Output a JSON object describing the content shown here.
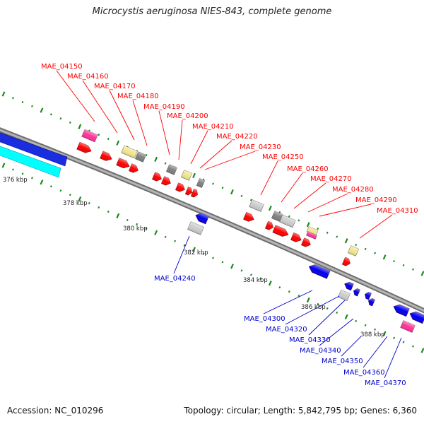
{
  "title": "Microcystis aeruginosa NIES-843, complete genome",
  "footer": {
    "accession": "Accession: NC_010296",
    "summary": "Topology: circular; Length: 5,842,795 bp; Genes: 6,360"
  },
  "colors": {
    "forward_label": "#ff0000",
    "reverse_label": "#0000cc",
    "tick": "#1a8a1a",
    "backbone": "#8c8c8c",
    "gene_forward": "#ff0000",
    "gene_reverse": "#0000ee",
    "gene_pink": "#ff3399",
    "gene_yellow": "#f0e68c",
    "gene_gray": "#808080",
    "gene_lightgray": "#cccccc",
    "gene_cyan": "#00ffff"
  },
  "kbp_labels": [
    "376 kbp",
    "378 kbp",
    "380 kbp",
    "382 kbp",
    "384 kbp",
    "386 kbp",
    "388 kbp"
  ],
  "forward_genes": [
    "MAE_04150",
    "MAE_04160",
    "MAE_04170",
    "MAE_04180",
    "MAE_04190",
    "MAE_04200",
    "MAE_04210",
    "MAE_04220",
    "MAE_04230",
    "MAE_04250",
    "MAE_04260",
    "MAE_04270",
    "MAE_04280",
    "MAE_04290",
    "MAE_04310"
  ],
  "reverse_genes": [
    "MAE_04240",
    "MAE_04300",
    "MAE_04320",
    "MAE_04330",
    "MAE_04340",
    "MAE_04350",
    "MAE_04360",
    "MAE_04370"
  ]
}
